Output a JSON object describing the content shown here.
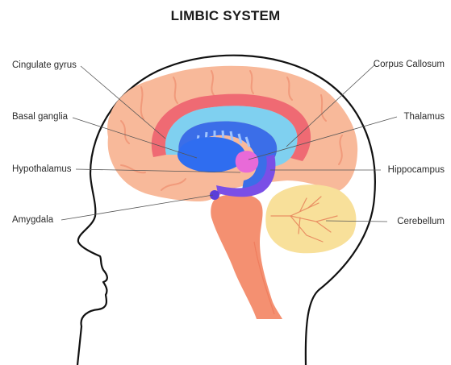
{
  "title": "LIMBIC SYSTEM",
  "labels": {
    "cingulate_gyrus": "Cingulate gyrus",
    "basal_ganglia": "Basal ganglia",
    "hypothalamus": "Hypothalamus",
    "amygdala": "Amygdala",
    "corpus_callosum": "Corpus Callosum",
    "thalamus": "Thalamus",
    "hippocampus": "Hippocampus",
    "cerebellum": "Cerebellum"
  },
  "colors": {
    "cortex": "#f8b99a",
    "cortex_fold": "#f4a384",
    "cingulate": "#ef6a73",
    "corpus_callosum": "#7fd0f0",
    "fornix": "#3b6ee8",
    "thalamus": "#2f6df0",
    "hippocampus": "#7a4fe6",
    "hypothalamus": "#e86ad8",
    "brainstem": "#f49071",
    "cerebellum": "#f8e09a",
    "outline": "#111111",
    "leader": "#555555"
  }
}
